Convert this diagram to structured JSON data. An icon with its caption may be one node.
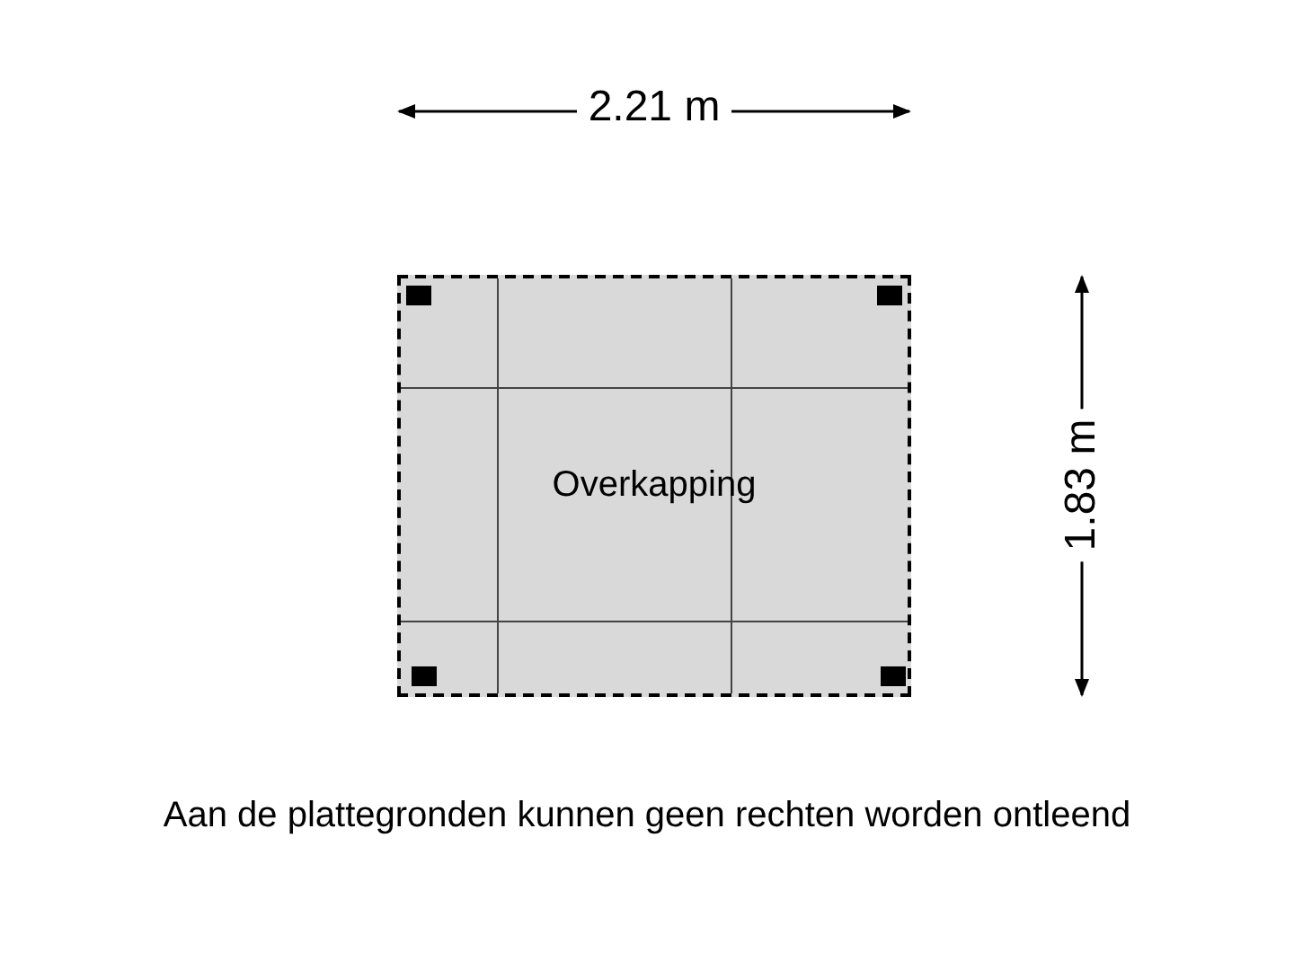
{
  "diagram": {
    "caption": "Aan de plattegronden kunnen geen rechten worden ontleend",
    "nodes": [
      {
        "text": [
          "Overkapping"
        ]
      }
    ],
    "labels": [
      "2.21 m",
      "1.83 m"
    ]
  }
}
